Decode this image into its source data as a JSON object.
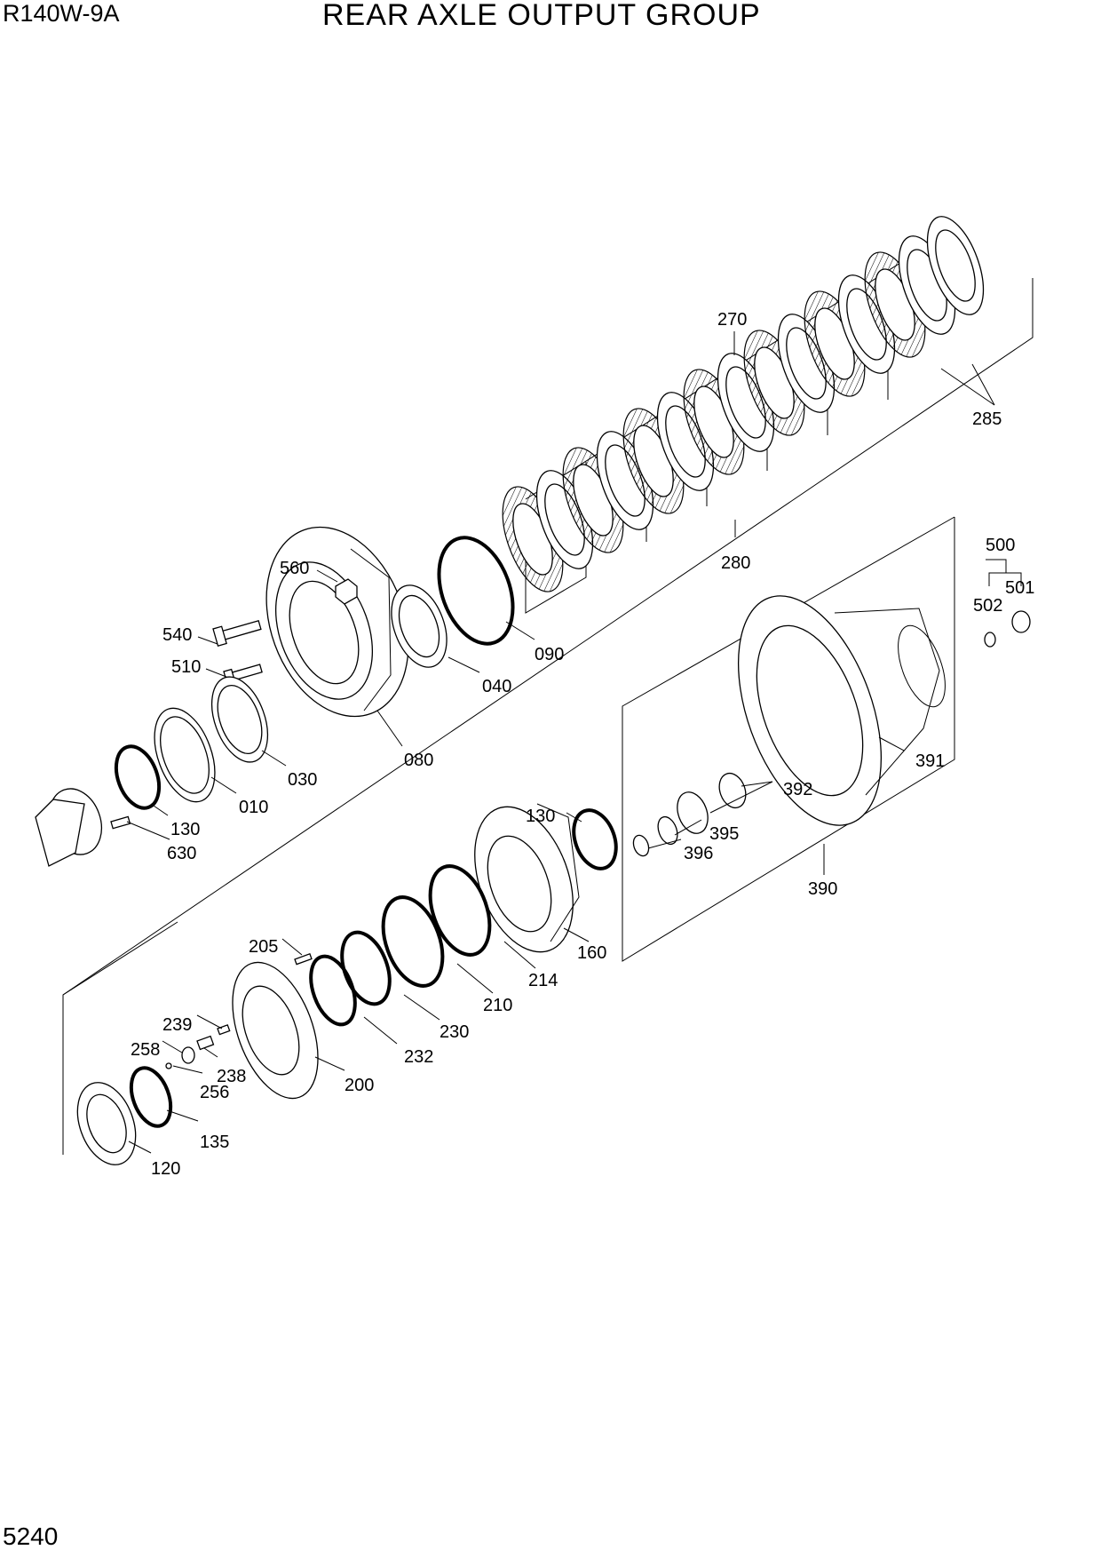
{
  "header": {
    "model": "R140W-9A",
    "title": "REAR AXLE OUTPUT GROUP"
  },
  "footer": {
    "page_number": "5240"
  },
  "part_labels": [
    "270",
    "285",
    "280",
    "500",
    "501",
    "502",
    "560",
    "540",
    "510",
    "090",
    "040",
    "080",
    "030",
    "010",
    "630",
    "130",
    "391",
    "392",
    "395",
    "396",
    "130",
    "390",
    "160",
    "214",
    "210",
    "230",
    "232",
    "205",
    "239",
    "258",
    "238",
    "256",
    "200",
    "135",
    "120"
  ]
}
